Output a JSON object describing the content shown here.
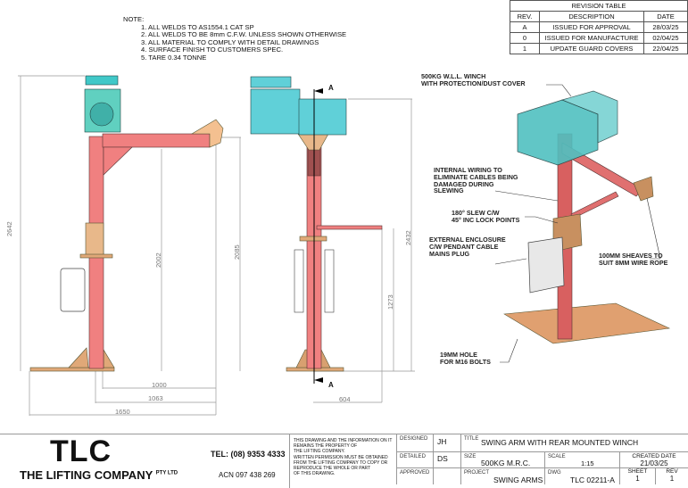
{
  "notes": {
    "heading": "NOTE:",
    "items": [
      "1. ALL WELDS TO AS1554.1 CAT SP",
      "2. ALL WELDS TO BE 8mm C.F.W. UNLESS SHOWN OTHERWISE",
      "3. ALL MATERIAL TO COMPLY WITH DETAIL DRAWINGS",
      "4. SURFACE FINISH TO CUSTOMERS SPEC.",
      "5. TARE 0.34 TONNE"
    ]
  },
  "revision_table": {
    "title": "REVISION TABLE",
    "headers": [
      "REV.",
      "DESCRIPTION",
      "DATE"
    ],
    "rows": [
      {
        "rev": "A",
        "description": "ISSUED FOR APPROVAL",
        "date": "28/03/25"
      },
      {
        "rev": "0",
        "description": "ISSUED FOR MANUFACTURE",
        "date": "02/04/25"
      },
      {
        "rev": "1",
        "description": "UPDATE GUARD COVERS",
        "date": "22/04/25"
      }
    ]
  },
  "dimensions": {
    "side_total_height": "2642",
    "side_arm_height": "2002",
    "side_sheave_height": "2085",
    "side_arm_reach": "1000",
    "side_reach_centre": "1063",
    "side_overall_length": "1650",
    "front_total_height": "2432",
    "front_handle_height": "1273",
    "front_handle_reach": "604",
    "section_marker": "A"
  },
  "callouts": {
    "winch": [
      "500KG W.L.L. WINCH",
      "WITH PROTECTION/DUST COVER"
    ],
    "wiring": [
      "INTERNAL WIRING TO",
      "ELIMINATE CABLES BEING",
      "DAMAGED DURING",
      "SLEWING"
    ],
    "slew": [
      "180° SLEW C/W",
      "45° INC LOCK POINTS"
    ],
    "enclosure": [
      "EXTERNAL ENCLOSURE",
      "C/W PENDANT CABLE",
      "MAINS PLUG"
    ],
    "sheaves": [
      "100MM SHEAVES TO",
      "SUIT 8MM WIRE ROPE"
    ],
    "hole": [
      "19MM HOLE",
      "FOR M16 BOLTS"
    ]
  },
  "title_block": {
    "logo": "TLC",
    "company": "THE LIFTING COMPANY",
    "company_suffix": "PTY LTD",
    "tel": "TEL: (08) 9353 4333",
    "acn": "ACN 097 438 269",
    "disclaimer": [
      "THIS DRAWING AND THE INFORMATION ON IT",
      "REMAINS THE PROPERTY OF",
      "THE LIFTING COMPANY.",
      "WRITTEN PERMISSION MUST BE OBTAINED",
      "FROM THE LIFTING COMPANY TO COPY OR",
      "REPRODUCE THE WHOLE OR PART",
      "OF THIS DRAWING."
    ],
    "designed_label": "DESIGNED",
    "designed": "JH",
    "detailed_label": "DETAILED",
    "detailed": "DS",
    "approved_label": "APPROVED",
    "approved": "",
    "title_label": "TITLE",
    "title": "SWING ARM WITH REAR MOUNTED WINCH",
    "size_label": "SIZE",
    "size": "500KG M.R.C.",
    "scale_label": "SCALE",
    "scale": "1:15",
    "created_label": "CREATED DATE",
    "created": "21/03/25",
    "project_label": "PROJECT",
    "project": "SWING ARMS",
    "dwg_label": "DWG",
    "dwg": "TLC 02211-A",
    "sheet_label": "SHEET",
    "sheet": "1",
    "rev_label": "REV",
    "rev": "1"
  },
  "colors": {
    "steel_red": "#f08080",
    "bronze": "#e0a878",
    "cover_cyan": "#40c8c8",
    "dim_grey": "#999999"
  }
}
